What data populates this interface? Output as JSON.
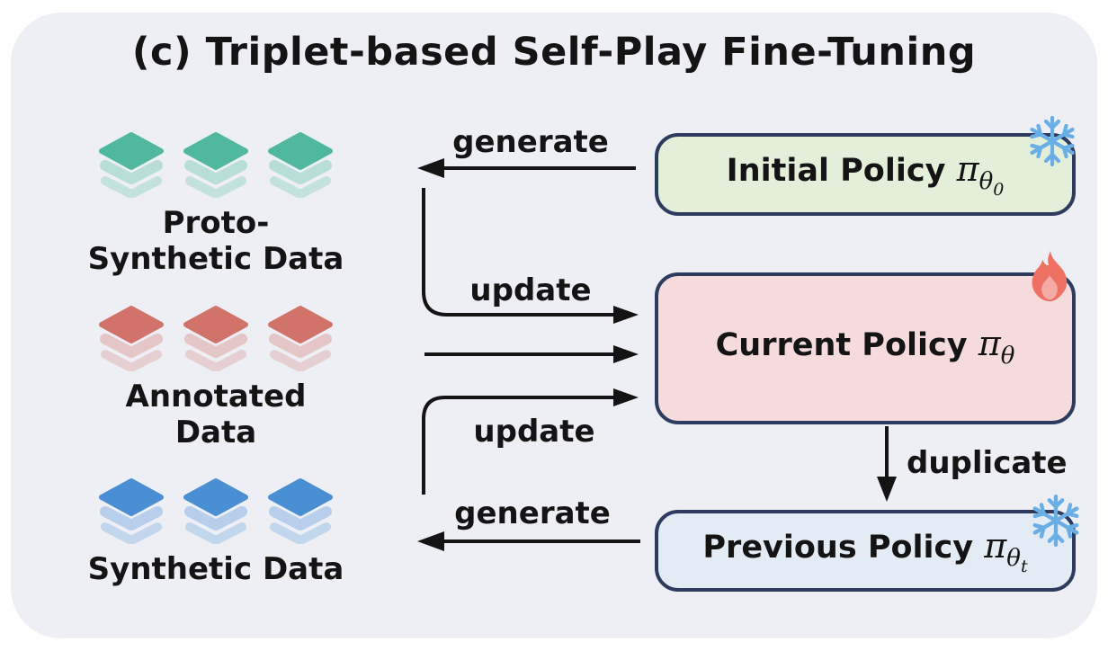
{
  "title": "(c) Triplet-based Self-Play Fine-Tuning",
  "data_groups": [
    {
      "label": "Proto-Synthetic Data",
      "color": "#4fb89e",
      "icon": "layers-stack-icon"
    },
    {
      "label": "Annotated Data",
      "color": "#d2736b",
      "icon": "layers-stack-icon"
    },
    {
      "label": "Synthetic Data",
      "color": "#4a8fd3",
      "icon": "layers-stack-icon"
    }
  ],
  "policies": [
    {
      "label": "Initial Policy",
      "pi": "π",
      "sub": "θ",
      "subsub": "0",
      "fill": "#e4efda",
      "border": "#2c3b5e",
      "badge": "snowflake-icon"
    },
    {
      "label": "Current Policy",
      "pi": "π",
      "sub": "θ",
      "subsub": "",
      "fill": "#f5dbdb",
      "border": "#2c3b5e",
      "badge": "fire-icon"
    },
    {
      "label": "Previous Policy",
      "pi": "π",
      "sub": "θ",
      "subsub": "t",
      "fill": "#e3ecf5",
      "border": "#2c3b5e",
      "badge": "snowflake-icon"
    }
  ],
  "arrow_labels": {
    "generate_top": "generate",
    "update_top": "update",
    "update_bottom": "update",
    "generate_bottom": "generate",
    "duplicate": "duplicate"
  },
  "colors": {
    "panel_bg": "#edeff5",
    "arrow": "#141414",
    "snowflake": "#6aaee6",
    "fire": "#ee7164",
    "fire_inner": "#f4aba6"
  }
}
